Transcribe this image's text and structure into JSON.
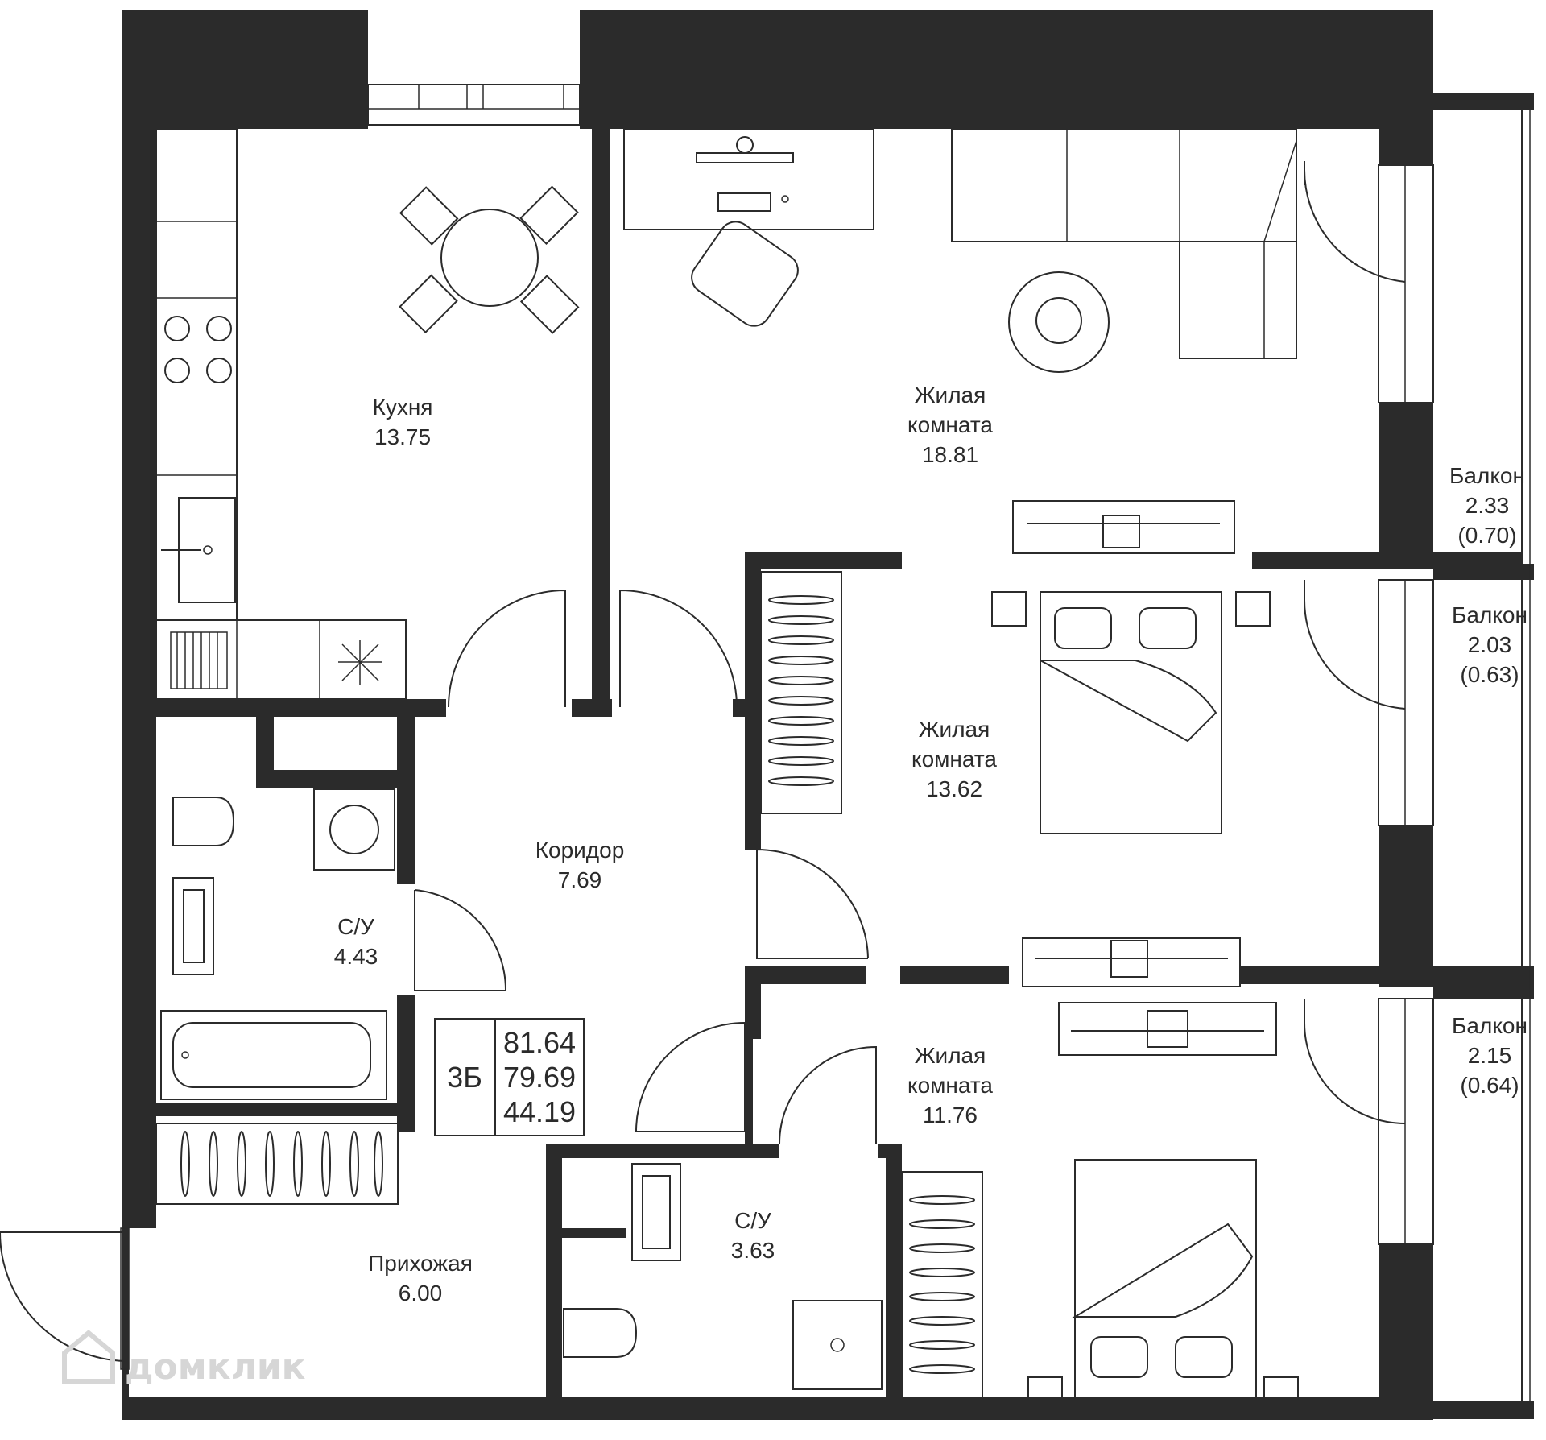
{
  "rooms": {
    "kitchen": {
      "name": "Кухня",
      "area": "13.75"
    },
    "living1": {
      "name1": "Жилая",
      "name2": "комната",
      "area": "18.81"
    },
    "living2": {
      "name1": "Жилая",
      "name2": "комната",
      "area": "13.62"
    },
    "living3": {
      "name1": "Жилая",
      "name2": "комната",
      "area": "11.76"
    },
    "corridor": {
      "name": "Коридор",
      "area": "7.69"
    },
    "bath1": {
      "name": "С/У",
      "area": "4.43"
    },
    "bath2": {
      "name": "С/У",
      "area": "3.63"
    },
    "hall": {
      "name": "Прихожая",
      "area": "6.00"
    },
    "balcony1": {
      "name": "Балкон",
      "area": "2.33",
      "reduced": "(0.70)"
    },
    "balcony2": {
      "name": "Балкон",
      "area": "2.03",
      "reduced": "(0.63)"
    },
    "balcony3": {
      "name": "Балкон",
      "area": "2.15",
      "reduced": "(0.64)"
    }
  },
  "summary": {
    "type": "3Б",
    "total_area": "81.64",
    "area_without_balcony": "79.69",
    "living_area": "44.19"
  },
  "watermark": "домклик",
  "colors": {
    "wall": "#2b2b2b",
    "line": "#2b2b2b",
    "watermark": "#d6d6d6"
  }
}
